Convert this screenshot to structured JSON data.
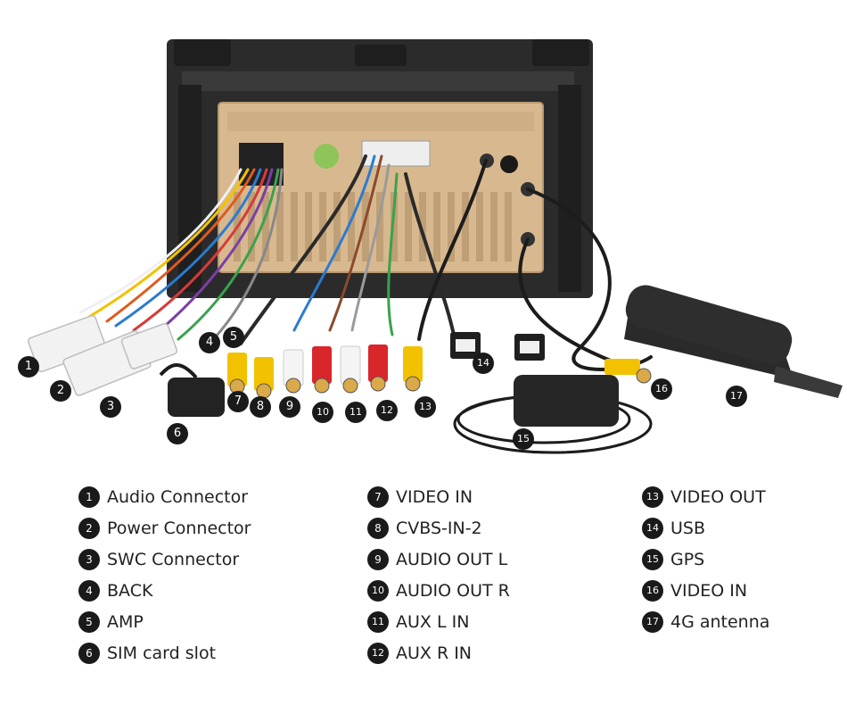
{
  "components": [
    {
      "num": "1",
      "label": "Audio Connector"
    },
    {
      "num": "2",
      "label": "Power Connector"
    },
    {
      "num": "3",
      "label": "SWC Connector"
    },
    {
      "num": "4",
      "label": "BACK"
    },
    {
      "num": "5",
      "label": "AMP"
    },
    {
      "num": "6",
      "label": "SIM card slot"
    },
    {
      "num": "7",
      "label": "VIDEO IN"
    },
    {
      "num": "8",
      "label": "CVBS-IN-2"
    },
    {
      "num": "9",
      "label": "AUDIO OUT L"
    },
    {
      "num": "10",
      "label": "AUDIO OUT R"
    },
    {
      "num": "11",
      "label": "AUX L IN"
    },
    {
      "num": "12",
      "label": "AUX R IN"
    },
    {
      "num": "13",
      "label": "VIDEO OUT"
    },
    {
      "num": "14",
      "label": "USB"
    },
    {
      "num": "15",
      "label": "GPS"
    },
    {
      "num": "16",
      "label": "VIDEO IN"
    },
    {
      "num": "17",
      "label": "4G antenna"
    }
  ],
  "legend_columns": [
    [
      "1",
      "2",
      "3",
      "4",
      "5",
      "6"
    ],
    [
      "7",
      "8",
      "9",
      "10",
      "11",
      "12"
    ],
    [
      "13",
      "14",
      "15",
      "16",
      "17"
    ]
  ],
  "colors": {
    "badge": "#1a1a1a",
    "frame": "#2b2b2b",
    "panel": "#d8b98f",
    "rca_yellow": "#f2c200",
    "rca_red": "#d8262b",
    "rca_white": "#f4f4f4"
  }
}
